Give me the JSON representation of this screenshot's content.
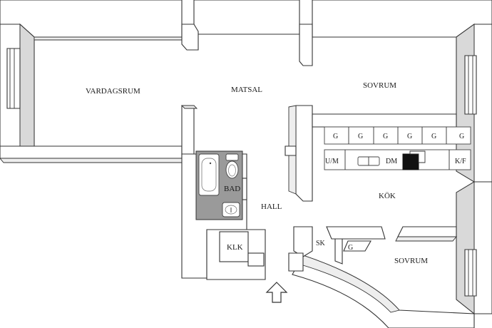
{
  "rooms": {
    "vardagsrum": "VARDAGSRUM",
    "matsal": "MATSAL",
    "sovrum_top": "SOVRUM",
    "bad": "BAD",
    "hall": "HALL",
    "kok": "KÖK",
    "klk": "KLK",
    "sovrum_bottom": "SOVRUM"
  },
  "kitchen": {
    "cabinets": [
      "G",
      "G",
      "G",
      "G",
      "G",
      "G"
    ],
    "um": "U/M",
    "dm": "DM",
    "kf": "K/F",
    "sk": "SK",
    "g_closet": "G"
  },
  "icons": {
    "entrance": "entrance-arrow-icon",
    "bathtub": "bathtub-icon",
    "toilet": "toilet-icon",
    "sink": "washbasin-icon",
    "stove": "stove-icon"
  },
  "colors": {
    "walls": "#ffffff",
    "wall_outline": "#333333",
    "wall_shade": "#d9d9d9",
    "bathroom_floor": "#9a9a9a",
    "stove": "#111111"
  }
}
